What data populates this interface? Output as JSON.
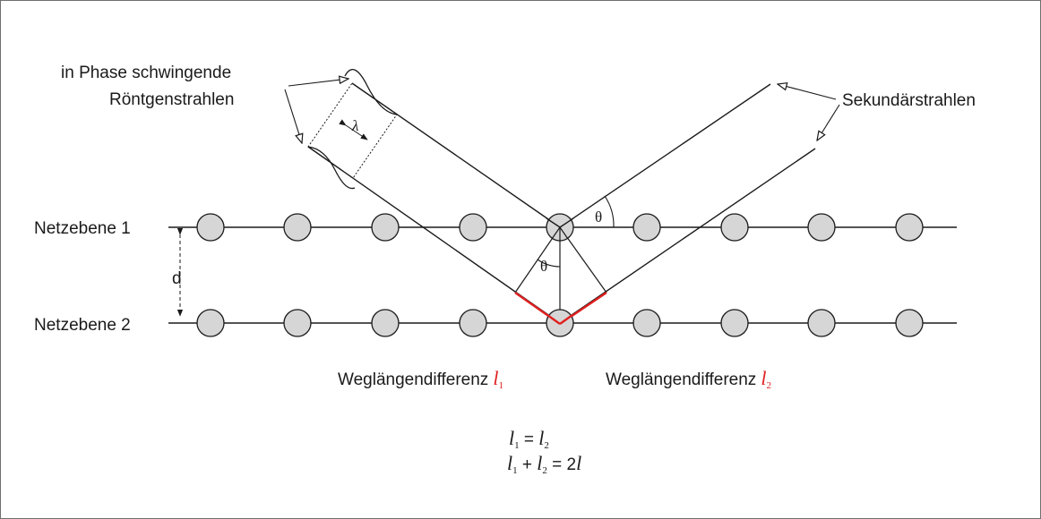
{
  "labels": {
    "incoming_rays_line1": "in Phase schwingende",
    "incoming_rays_line2": "Röntgenstrahlen",
    "secondary_rays": "Sekundärstrahlen",
    "plane1": "Netzebene 1",
    "plane2": "Netzebene 2",
    "spacing": "d",
    "wavelength": "λ",
    "angle_upper": "θ",
    "angle_lower": "θ",
    "path_diff_1_text": "Weglängendifferenz",
    "path_diff_2_text": "Weglängendifferenz",
    "path_symbol": "l",
    "sub_1": "1",
    "sub_2": "2"
  },
  "equations": {
    "eq1_l": "l",
    "eq1_sub1": "1",
    "eq1_mid": " = ",
    "eq1_r": "l",
    "eq1_sub2": "2",
    "eq2_l": "l",
    "eq2_sub1": "1",
    "eq2_plus": " + ",
    "eq2_r": "l",
    "eq2_sub2": "2",
    "eq2_eq": " = 2",
    "eq2_end": "l"
  },
  "colors": {
    "atom_fill": "#d6d6d6",
    "line": "#1a1a1a",
    "path_difference": "#e02020"
  }
}
